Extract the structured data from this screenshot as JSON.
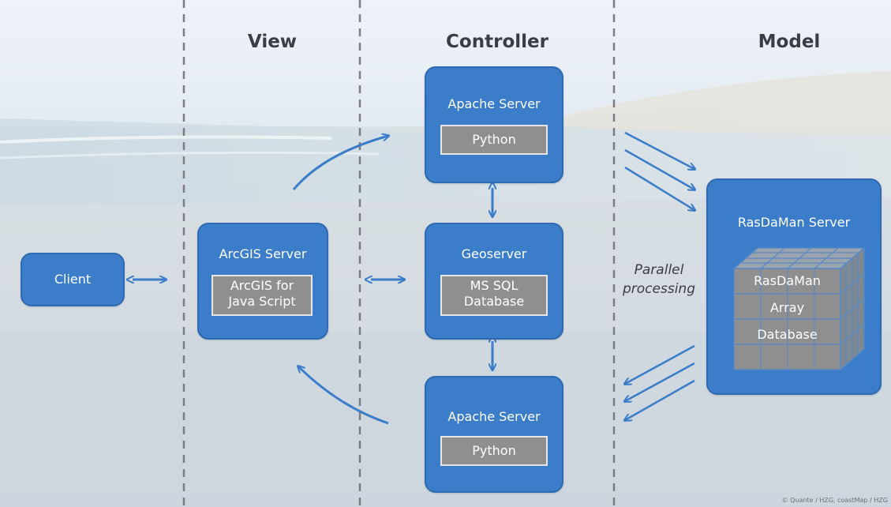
{
  "headings": {
    "view": "View",
    "controller": "Controller",
    "model": "Model"
  },
  "boxes": {
    "client": {
      "title": "Client"
    },
    "arcgis_server": {
      "title": "ArcGIS Server",
      "inner_line1": "ArcGIS for",
      "inner_line2": "Java Script"
    },
    "apache_top": {
      "title": "Apache Server",
      "inner": "Python"
    },
    "geoserver": {
      "title": "Geoserver",
      "inner_line1": "MS SQL",
      "inner_line2": "Database"
    },
    "apache_bottom": {
      "title": "Apache Server",
      "inner": "Python"
    },
    "rasdaman_server": {
      "title": "RasDaMan Server",
      "cube_line1": "RasDaMan",
      "cube_line2": "Array",
      "cube_line3": "Database"
    }
  },
  "parallel_label": {
    "line1": "Parallel",
    "line2": "processing"
  },
  "credit": "© Quante / HZG, coastMap / HZG",
  "colors": {
    "box": "#3b7dc9",
    "inner": "#8f8f8f",
    "arrow": "#3b7dc9",
    "divider": "#7a7d82",
    "heading": "#3a3d42"
  }
}
